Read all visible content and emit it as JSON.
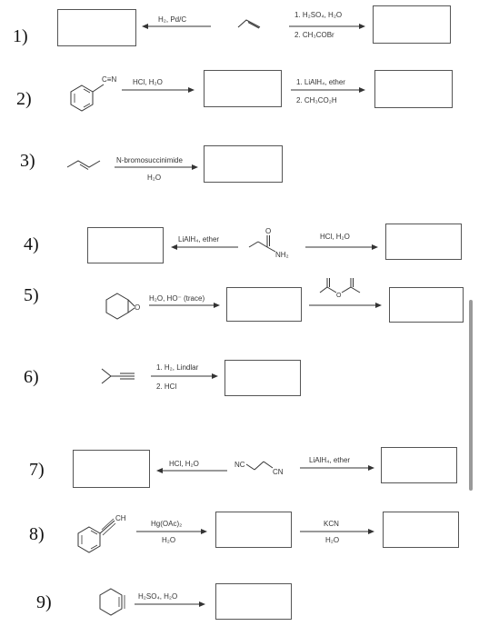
{
  "problems": [
    {
      "number": "1)",
      "reagents_left": "H₂, Pd/C",
      "reagents_right": [
        "1. H₂SO₄, H₂O",
        "2. CH₃COBr"
      ]
    },
    {
      "number": "2)",
      "reagents_first": "HCl, H₂O",
      "reagents_second": [
        "1. LiAlH₄, ether",
        "2. CH₃CO₂H"
      ],
      "molecule_label": "C≡N"
    },
    {
      "number": "3)",
      "reagents": [
        "N-bromosuccinimide",
        "H₂O"
      ]
    },
    {
      "number": "4)",
      "reagents_left": "LiAlH₄, ether",
      "reagents_right": "HCl, H₂O",
      "molecule_o": "O",
      "molecule_n": "NH₂"
    },
    {
      "number": "5)",
      "reagents_first": "H₂O, HO⁻ (trace)",
      "molecule_o": "O",
      "anhydride_o": "O"
    },
    {
      "number": "6)",
      "reagents": [
        "1. H₂, Lindlar",
        "2. HCl"
      ]
    },
    {
      "number": "7)",
      "reagents_left": "HCl, H₂O",
      "reagents_right": "LiAlH₄, ether",
      "nc": "NC",
      "cn": "CN"
    },
    {
      "number": "8)",
      "reagents_first": [
        "Hg(OAc)₂",
        "H₂O"
      ],
      "reagents_second": [
        "KCN",
        "H₂O"
      ],
      "ch": "CH"
    },
    {
      "number": "9)",
      "reagents": "H₂SO₄, H₂O"
    }
  ]
}
